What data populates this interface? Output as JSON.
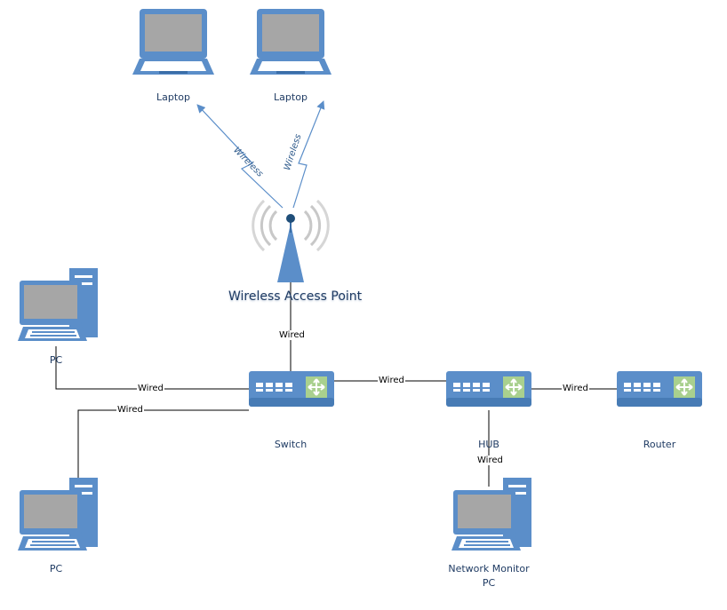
{
  "devices": {
    "laptop_left_label": "Laptop",
    "laptop_right_label": "Laptop",
    "access_point_label": "Wireless Access Point",
    "pc_top_label": "PC",
    "pc_bottom_label": "PC",
    "switch_label": "Switch",
    "hub_label": "HUB",
    "router_label": "Router",
    "monitor_label_line1": "Network Monitor",
    "monitor_label_line2": "PC"
  },
  "links": {
    "wireless_left": "Wireless",
    "wireless_right": "Wireless",
    "ap_switch": "Wired",
    "pc_top_switch": "Wired",
    "pc_bottom_switch": "Wired",
    "switch_hub": "Wired",
    "hub_router": "Wired",
    "hub_monitor": "Wired"
  },
  "colors": {
    "device_blue": "#5b8ec9",
    "device_dark": "#3a6ea8",
    "screen_gray": "#a6a6a6",
    "port_green": "#a9d08e",
    "line": "#000000",
    "wireless_line": "#5b8ec9"
  }
}
